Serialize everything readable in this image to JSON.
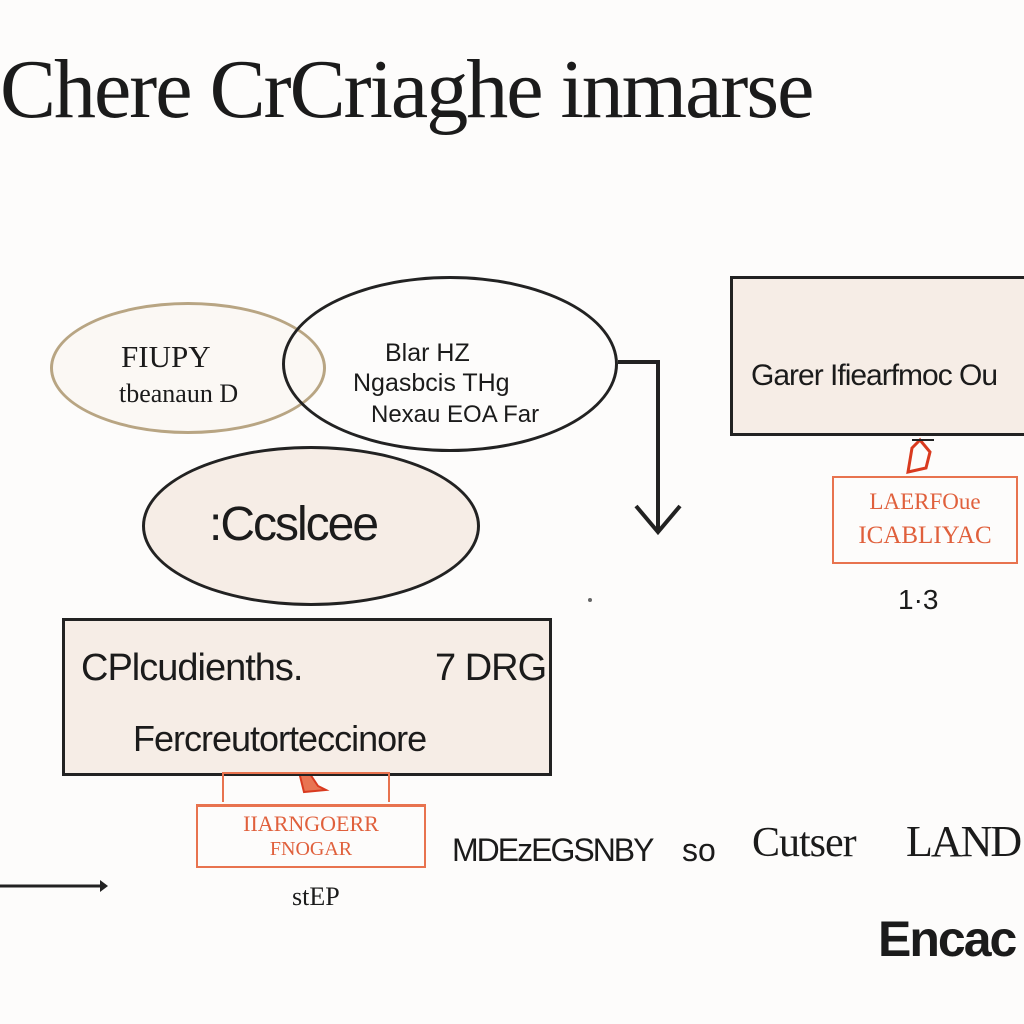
{
  "title": "Chere CrCriaghe inmarse",
  "nodes": {
    "ellipse_left": {
      "line1": "FIUPY",
      "line2": "tbeanaun D"
    },
    "ellipse_mid": {
      "line1": "Blar HZ",
      "line2": "Ngasbcis THg",
      "line3": "Nexau EOA Far"
    },
    "ellipse_lower": {
      "label": ":Ccslcee"
    },
    "box_right": {
      "label": "Garer Ifiearfmoc Ou"
    },
    "stamp_right": {
      "line1": "LAERFOue",
      "line2": "ICABLIYAC"
    },
    "number_right": "1·3",
    "box_lower": {
      "line1_left": "CPlcudienths.",
      "line1_right": "7 DRG",
      "line2": "Fercreutorteccinore"
    },
    "stamp_lower": {
      "line1": "IIARNGOERR",
      "line2": "FNOGAR"
    },
    "step_label": "stEP",
    "bottom_text": {
      "left": "MDEzEGSNBY",
      "middle": "so",
      "right": "Cutser",
      "far_right": "LAND"
    },
    "corner_text": "Encac"
  },
  "colors": {
    "ink": "#1b1b1b",
    "box_fill": "#f6ede6",
    "ellipse_tan_border": "#b8a583",
    "stamp": "#e8734f",
    "accent_red": "#d93a1f"
  }
}
